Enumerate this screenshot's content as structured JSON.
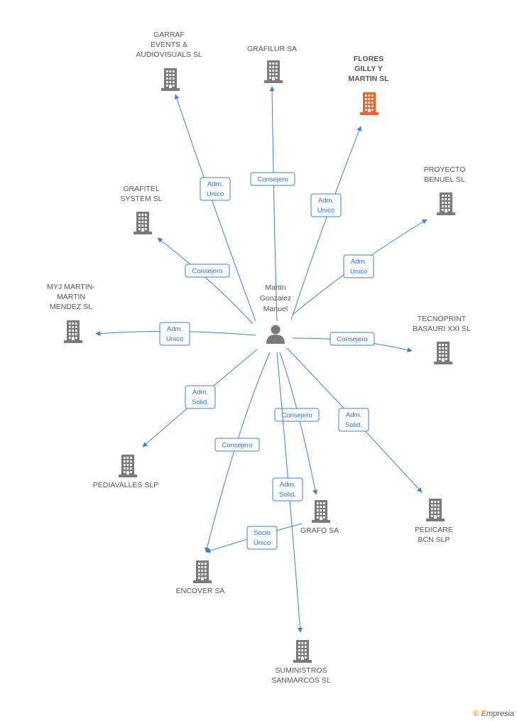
{
  "center": {
    "name_lines": [
      "Martin",
      "Gonzalez",
      "Manuel"
    ],
    "icon": "person-icon"
  },
  "companies": [
    {
      "id": "garraf",
      "lines": [
        "GARRAF",
        "EVENTS &",
        "AUDIOVISUALS SL"
      ],
      "highlight": false
    },
    {
      "id": "grafilur",
      "lines": [
        "GRAFILUR SA"
      ],
      "highlight": false
    },
    {
      "id": "flores",
      "lines": [
        "FLORES",
        "GILLY Y",
        "MARTIN SL"
      ],
      "highlight": true
    },
    {
      "id": "grafitel",
      "lines": [
        "GRAFITEL",
        "SYSTEM SL"
      ],
      "highlight": false
    },
    {
      "id": "proyecto",
      "lines": [
        "PROYECTO",
        "BENUEL  SL"
      ],
      "highlight": false
    },
    {
      "id": "myj",
      "lines": [
        "MYJ MARTIN-",
        "MARTIN",
        "MENDEZ  SL"
      ],
      "highlight": false
    },
    {
      "id": "tecnoprint",
      "lines": [
        "TECNOPRINT",
        "BASAURI XXI SL"
      ],
      "highlight": false
    },
    {
      "id": "pediavalles",
      "lines": [
        "PEDIAVALLES SLP"
      ],
      "highlight": false
    },
    {
      "id": "pedicare",
      "lines": [
        "PEDICARE",
        "BCN SLP"
      ],
      "highlight": false
    },
    {
      "id": "grafo",
      "lines": [
        "GRAFO SA"
      ],
      "highlight": false
    },
    {
      "id": "encover",
      "lines": [
        "ENCOVER SA"
      ],
      "highlight": false
    },
    {
      "id": "suministros",
      "lines": [
        "SUMINISTROS",
        "SANMARCOS SL"
      ],
      "highlight": false
    }
  ],
  "edges": [
    {
      "from": "center",
      "to": "garraf",
      "label_lines": [
        "Adm.",
        "Unico"
      ]
    },
    {
      "from": "center",
      "to": "grafilur",
      "label_lines": [
        "Consejero"
      ]
    },
    {
      "from": "center",
      "to": "flores",
      "label_lines": [
        "Adm.",
        "Unico"
      ]
    },
    {
      "from": "center",
      "to": "grafitel",
      "label_lines": [
        "Consejero"
      ]
    },
    {
      "from": "center",
      "to": "proyecto",
      "label_lines": [
        "Adm.",
        "Unico"
      ]
    },
    {
      "from": "center",
      "to": "myj",
      "label_lines": [
        "Adm.",
        "Unico"
      ]
    },
    {
      "from": "center",
      "to": "tecnoprint",
      "label_lines": [
        "Consejero"
      ]
    },
    {
      "from": "center",
      "to": "pediavalles",
      "label_lines": [
        "Adm.",
        "Solid."
      ]
    },
    {
      "from": "center",
      "to": "pedicare",
      "label_lines": [
        "Adm.",
        "Solid."
      ]
    },
    {
      "from": "center",
      "to": "grafo",
      "label_lines": [
        "Consejero"
      ]
    },
    {
      "from": "center",
      "to": "encover",
      "label_lines": [
        "Consejero"
      ]
    },
    {
      "from": "center",
      "to": "suministros",
      "label_lines": [
        "Adm.",
        "Solid."
      ]
    },
    {
      "from": "grafo",
      "to": "encover",
      "label_lines": [
        "Socio",
        "Único"
      ]
    }
  ],
  "colors": {
    "edge": "#3b7fd6",
    "building": "#7a7a7a",
    "building_highlight": "#f0622d",
    "person": "#7a7a7a"
  },
  "watermark": {
    "copyright": "©",
    "brand_first": "E",
    "brand_rest": "mpresia"
  }
}
